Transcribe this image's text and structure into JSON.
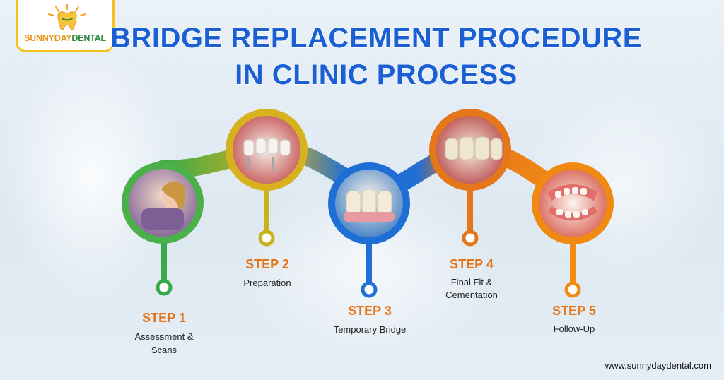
{
  "logo": {
    "sunny": "SUNNY",
    "day": "DAY",
    "dental": "DENTAL",
    "icon": "smiling-tooth-sun-icon"
  },
  "title": {
    "line1": "BRIDGE REPLACEMENT PROCEDURE",
    "line2": "IN CLINIC PROCESS"
  },
  "steps": [
    {
      "label": "STEP 1",
      "desc1": "Assessment &",
      "desc2": "Scans",
      "image": "patient-dental-exam-photo",
      "color": "#2fa84f"
    },
    {
      "label": "STEP 2",
      "desc1": "Preparation",
      "desc2": "",
      "image": "dental-implant-model-photo",
      "color": "#c9b21a"
    },
    {
      "label": "STEP 3",
      "desc1": "Temporary Bridge",
      "desc2": "",
      "image": "temporary-bridge-photo",
      "color": "#1d6fd6"
    },
    {
      "label": "STEP 4",
      "desc1": "Final Fit &",
      "desc2": "Cementation",
      "image": "cemented-teeth-photo",
      "color": "#e67414"
    },
    {
      "label": "STEP 5",
      "desc1": "Follow-Up",
      "desc2": "",
      "image": "denture-model-photo",
      "color": "#f08a12"
    }
  ],
  "website": "www.sunnydaydental.com",
  "colors": {
    "title": "#1a5fd3",
    "step_label": "#e67414",
    "logo_border": "#f7c21b"
  }
}
